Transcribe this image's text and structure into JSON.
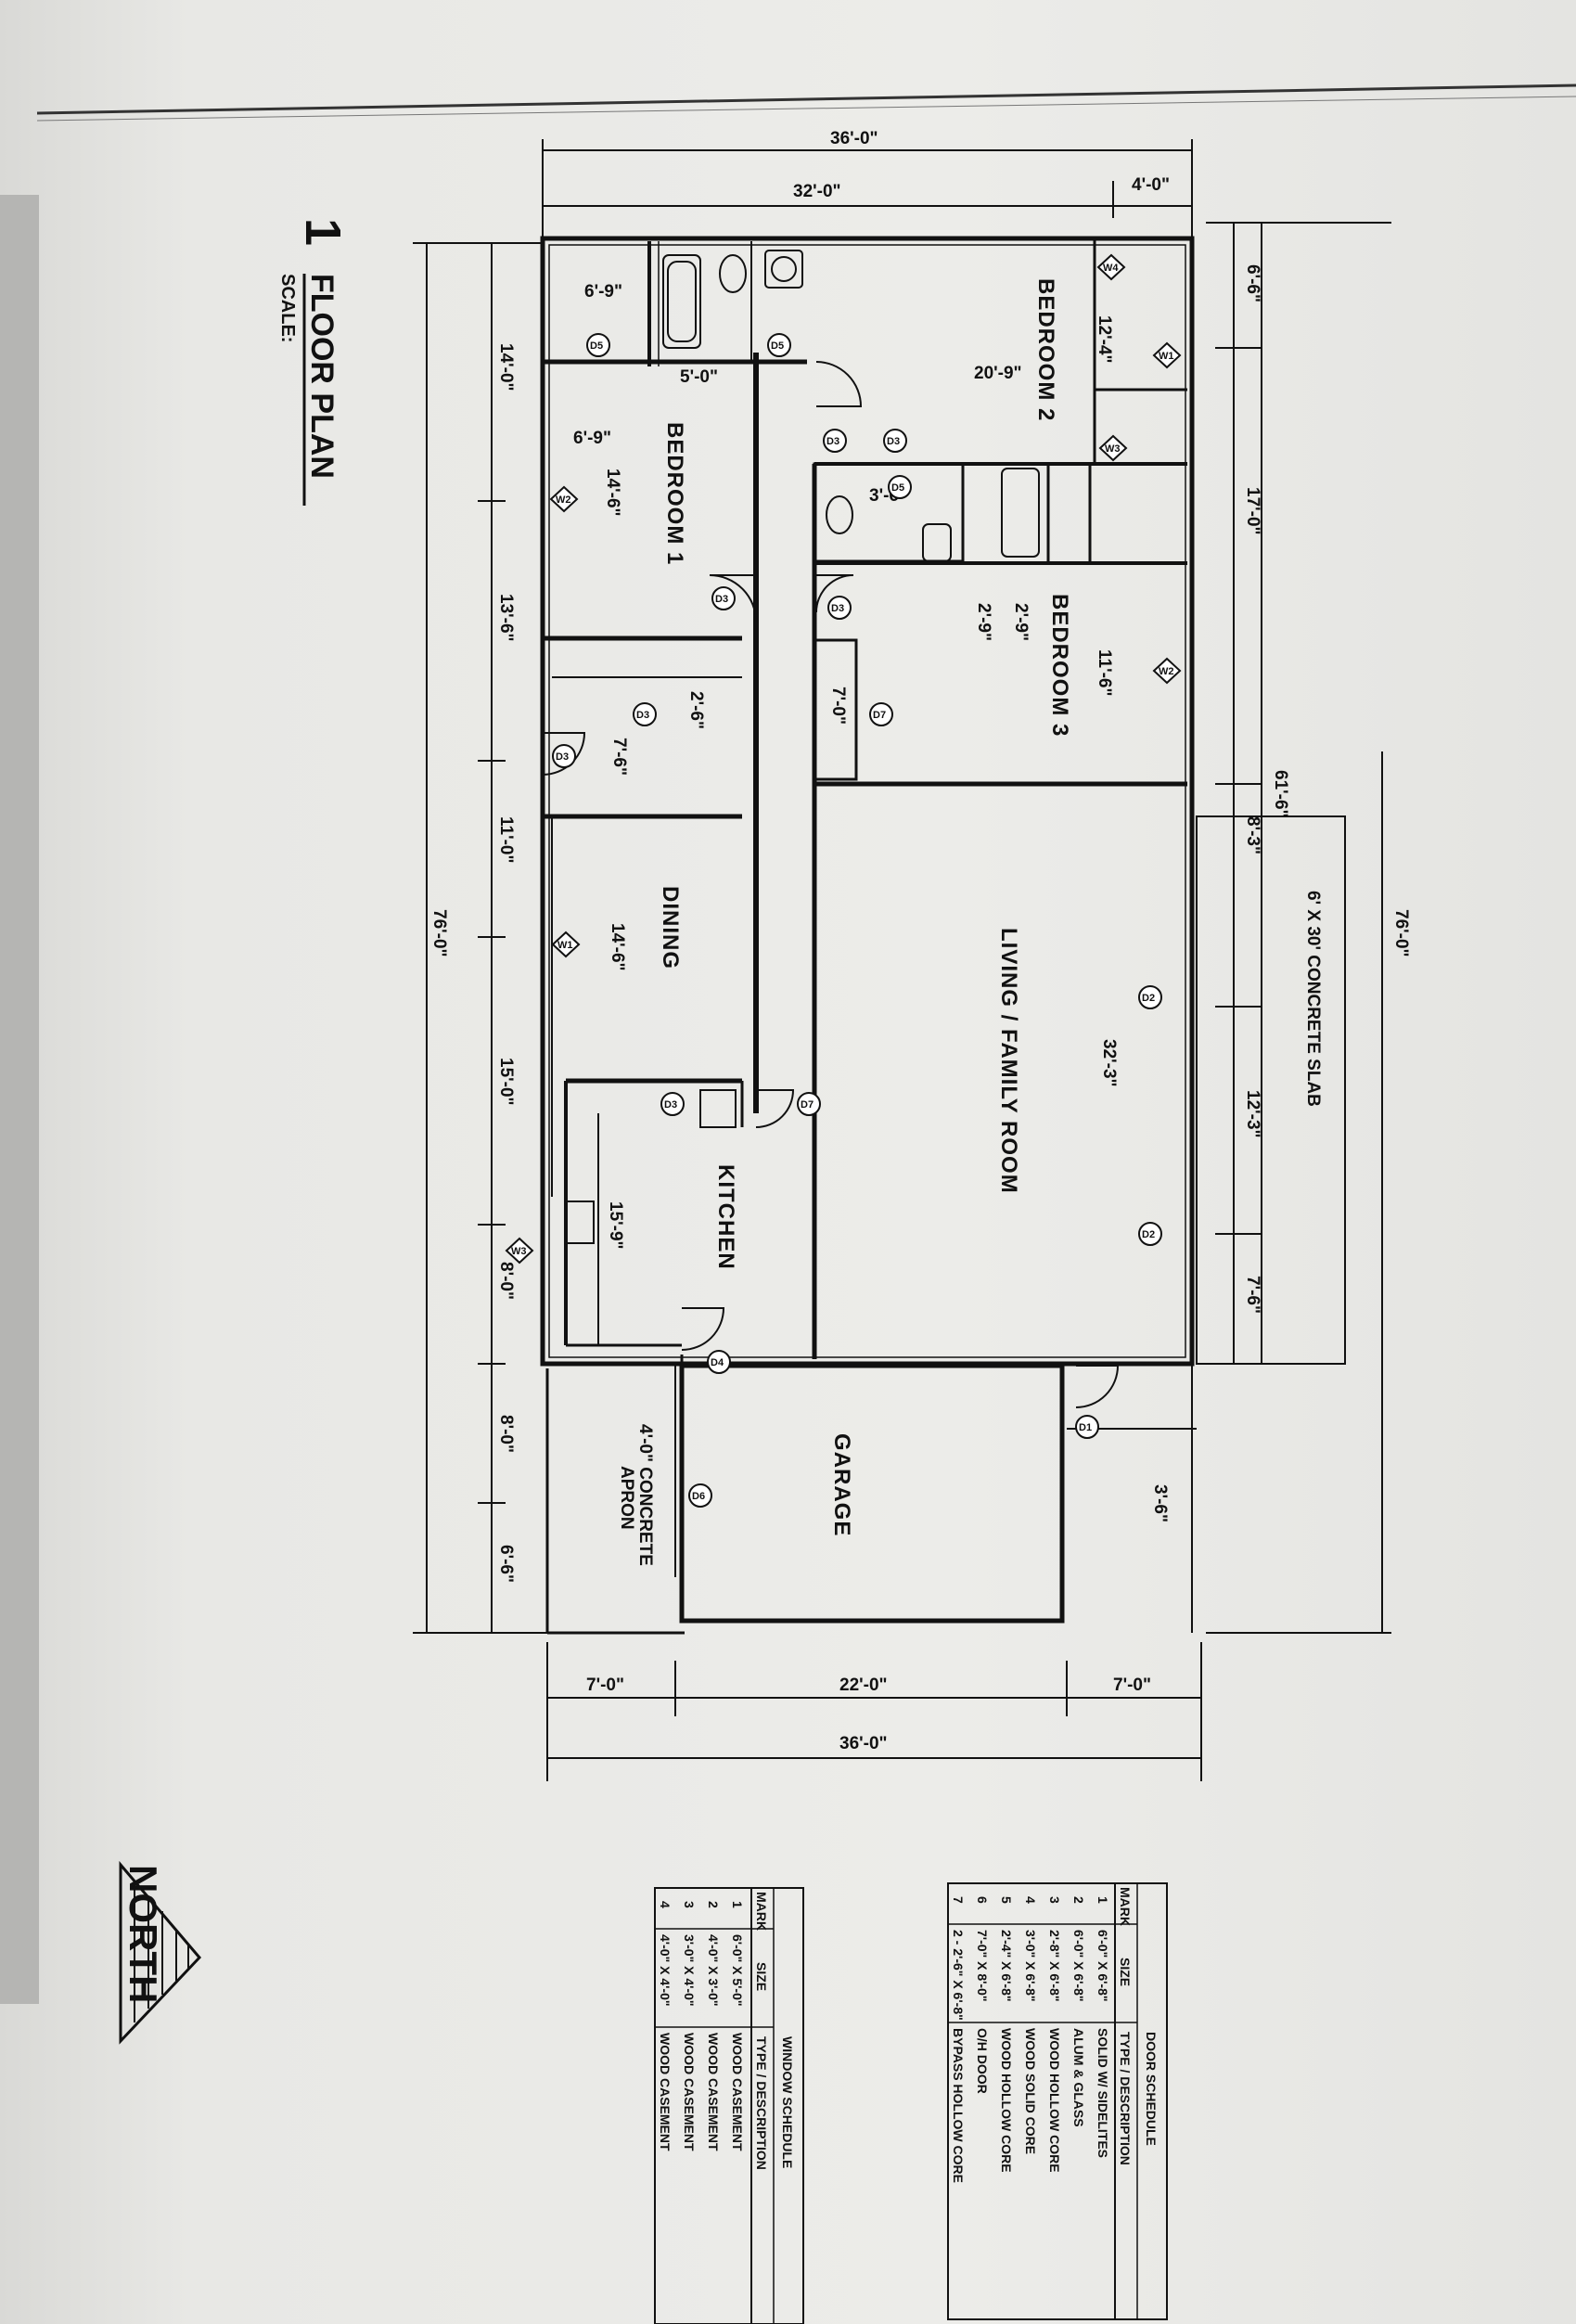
{
  "rooms": {
    "bedroom2": "BEDROOM 2",
    "bedroom1": "BEDROOM 1",
    "bedroom3": "BEDROOM 3",
    "dining": "DINING",
    "living": "LIVING / FAMILY ROOM",
    "kitchen": "KITCHEN",
    "garage": "GARAGE",
    "slab": "6' X 30' CONCRETE SLAB",
    "apron1": "4'-0\" CONCRETE",
    "apron2": "APRON"
  },
  "dims": {
    "top_overall": "36'-0\"",
    "top_house": "32'-0\"",
    "top_porch": "4'-0\"",
    "right_overall": "76'-0\"",
    "right_house": "61'-6\"",
    "right_a": "6'-6\"",
    "right_b": "17'-0\"",
    "right_c": "8'-3\"",
    "right_d": "12'-3\"",
    "right_e": "7'-6\"",
    "right_garage": "3'-6\"",
    "left_overall": "76'-0\"",
    "left_a": "14'-0\"",
    "left_b": "13'-6\"",
    "left_c": "11'-0\"",
    "left_d": "15'-0\"",
    "left_e": "8'-0\"",
    "left_f": "8'-0\"",
    "left_g": "6'-6\"",
    "bot_a": "7'-0\"",
    "bot_b": "22'-0\"",
    "bot_c": "7'-0\"",
    "bot_overall": "36'-0\"",
    "bed2_w": "12'-4\"",
    "bed2_l": "20'-9\"",
    "bath1": "6'-9\"",
    "hall1": "5'-0\"",
    "bed1_a": "6'-9\"",
    "bed1_b": "14'-6\"",
    "bath2": "3'-6\"",
    "bed3_w": "11'-6\"",
    "closet_a": "2'-9\"",
    "closet_b": "2'-9\"",
    "closet_c": "7'-0\"",
    "hall2_a": "2'-6\"",
    "hall2_b": "7'-6\"",
    "dining_w": "14'-6\"",
    "living_w": "32'-3\"",
    "kitchen_w": "15'-9\""
  },
  "title": {
    "number": "1",
    "name": "FLOOR PLAN",
    "scale": "SCALE:"
  },
  "north": "NORTH",
  "door_schedule": {
    "title": "DOOR SCHEDULE",
    "headers": [
      "MARK",
      "SIZE",
      "TYPE / DESCRIPTION"
    ],
    "rows": [
      [
        "1",
        "6'-0\" X 6'-8\"",
        "SOLID W/ SIDELITES"
      ],
      [
        "2",
        "6'-0\" X 6'-8\"",
        "ALUM & GLASS"
      ],
      [
        "3",
        "2'-8\" X 6'-8\"",
        "WOOD HOLLOW CORE"
      ],
      [
        "4",
        "3'-0\" X 6'-8\"",
        "WOOD SOLID CORE"
      ],
      [
        "5",
        "2'-4\" X 6'-8\"",
        "WOOD HOLLOW CORE"
      ],
      [
        "6",
        "7'-0\" X 8'-0\"",
        "O/H DOOR"
      ],
      [
        "7",
        "2 - 2'-6\" X 6'-8\"",
        "BYPASS HOLLOW CORE"
      ]
    ]
  },
  "window_schedule": {
    "title": "WINDOW SCHEDULE",
    "headers": [
      "MARK",
      "SIZE",
      "TYPE / DESCRIPTION"
    ],
    "rows": [
      [
        "1",
        "6'-0\" X 5'-0\"",
        "WOOD CASEMENT"
      ],
      [
        "2",
        "4'-0\" X 3'-0\"",
        "WOOD CASEMENT"
      ],
      [
        "3",
        "3'-0\" X 4'-0\"",
        "WOOD CASEMENT"
      ],
      [
        "4",
        "4'-0\" X 4'-0\"",
        "WOOD CASEMENT"
      ]
    ]
  },
  "door_tags": [
    "D5",
    "D5",
    "D3",
    "D3",
    "D5",
    "D3",
    "D3",
    "D7",
    "D3",
    "D3",
    "D3",
    "D2",
    "D2",
    "D4",
    "D6",
    "D1",
    "D7"
  ],
  "window_tags": [
    "W4",
    "W1",
    "W2",
    "W3",
    "W2",
    "W1",
    "W3",
    "W4"
  ]
}
